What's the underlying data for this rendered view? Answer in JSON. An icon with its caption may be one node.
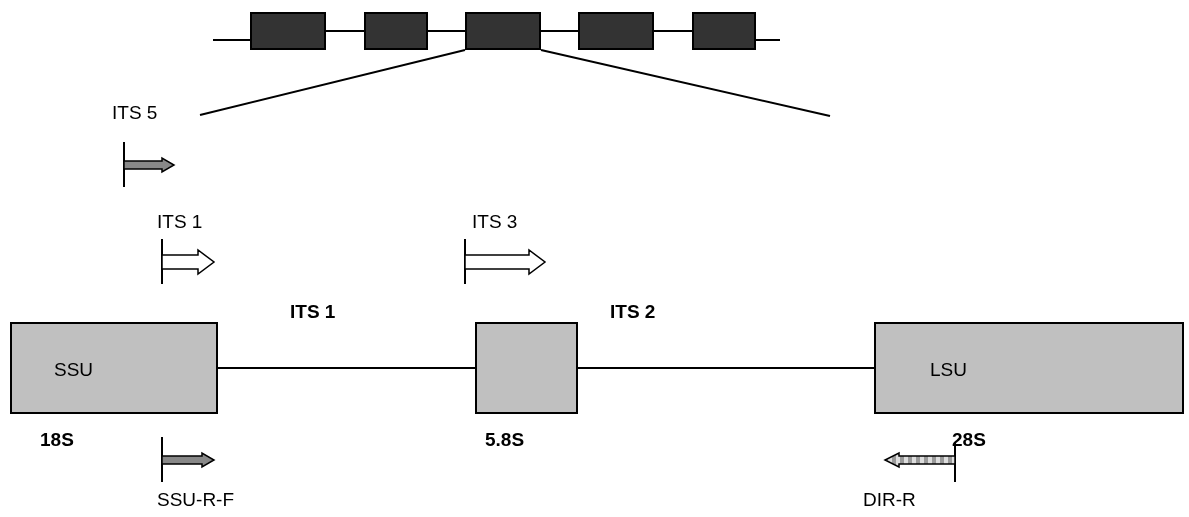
{
  "diagram": {
    "nodes": [
      {
        "text": [],
        "shape": "box"
      },
      {
        "text": [],
        "shape": "box"
      },
      {
        "text": [],
        "shape": "box"
      },
      {
        "text": [],
        "shape": "box"
      },
      {
        "text": [],
        "shape": "box"
      },
      {
        "text": [
          "SSU"
        ],
        "beside": [
          "18S"
        ]
      },
      {
        "text": [],
        "shape": "box",
        "beside": [
          "5.8S"
        ]
      },
      {
        "text": [
          "LSU"
        ],
        "beside": [
          "28S"
        ]
      }
    ],
    "edges": [
      {
        "from": 0,
        "to": 1,
        "arrow": "none"
      },
      {
        "from": 1,
        "to": 2,
        "arrow": "none"
      },
      {
        "from": 2,
        "to": 3,
        "arrow": "none"
      },
      {
        "from": 3,
        "to": 4,
        "arrow": "none"
      },
      {
        "from": 2,
        "to": null,
        "arrow": "none"
      },
      {
        "from": 2,
        "to": null,
        "arrow": "none"
      },
      {
        "from": 5,
        "to": 6,
        "arrow": "none",
        "label": "ITS 1"
      },
      {
        "from": 6,
        "to": 7,
        "arrow": "none",
        "label": "ITS 2"
      }
    ],
    "labels": [
      "ITS 5",
      "ITS 1",
      "ITS 3",
      "SSU-R-F",
      "DIR-R"
    ]
  }
}
